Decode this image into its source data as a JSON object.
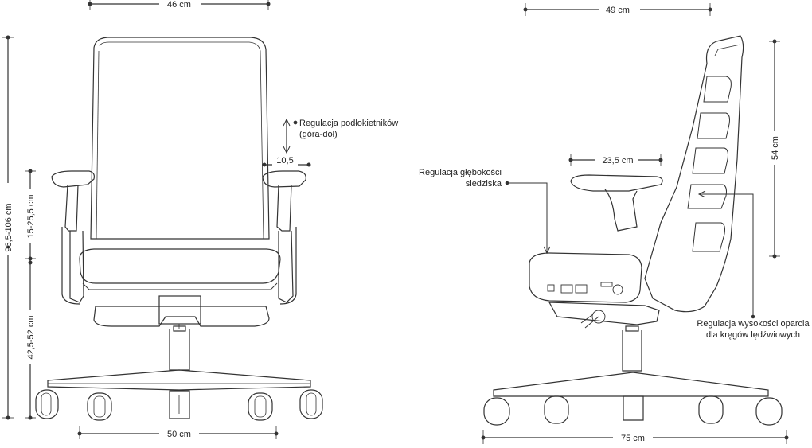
{
  "front_view": {
    "width_top": "46 cm",
    "width_base": "50 cm",
    "armrest_width": "10,5",
    "armrest_label": [
      "Regulacja podłokietników",
      "(góra-dół)"
    ],
    "total_height": "96,5-106 cm",
    "armrest_height": "15-25,5 cm",
    "seat_height": "42,5-52 cm"
  },
  "side_view": {
    "depth_top": "49 cm",
    "depth_base": "75 cm",
    "armrest_depth": "23,5 cm",
    "backrest_height": "54 cm",
    "seat_depth_label": [
      "Regulacja głębokości",
      "siedziska"
    ],
    "lumbar_label": [
      "Regulacja wysokości oparcia",
      "dla kręgów lędźwiowych"
    ]
  }
}
